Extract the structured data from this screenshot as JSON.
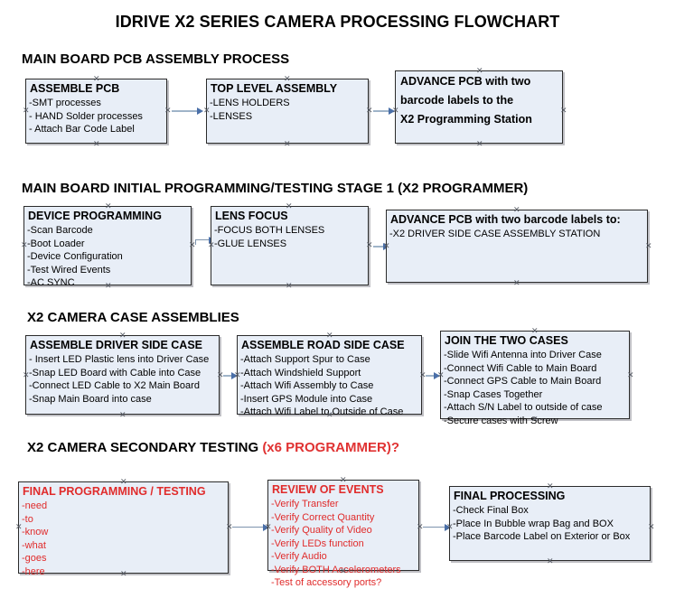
{
  "document": {
    "title": "IDRIVE X2  SERIES CAMERA PROCESSING FLOWCHART"
  },
  "colors": {
    "node_fill": "#e8eef7",
    "node_border": "#2b2b2b",
    "connector": "#7d93ad",
    "arrow": "#4a6fa8",
    "accent_red": "#e02b2b",
    "text": "#000000"
  },
  "sections": [
    {
      "id": "main-board-pcb-assembly",
      "heading": "MAIN BOARD PCB ASSEMBLY PROCESS",
      "heading_accent": "",
      "nodes": [
        {
          "id": "assemble-pcb",
          "title": "ASSEMBLE PCB",
          "lines": [
            "-SMT processes",
            "- HAND Solder processes",
            "- Attach Bar Code Label"
          ],
          "red": false
        },
        {
          "id": "top-level-assembly",
          "title": "TOP LEVEL ASSEMBLY",
          "lines": [
            "-LENS HOLDERS",
            "-LENSES"
          ],
          "red": false
        },
        {
          "id": "advance-pcb-programming-station",
          "title": "ADVANCE PCB with two",
          "title_lines": [
            "ADVANCE PCB with two",
            "barcode labels to the",
            " X2 Programming Station"
          ],
          "lines": [],
          "red": false
        }
      ]
    },
    {
      "id": "main-board-initial-programming",
      "heading": "MAIN BOARD INITIAL PROGRAMMING/TESTING STAGE 1 (X2 PROGRAMMER)",
      "heading_accent": "",
      "nodes": [
        {
          "id": "device-programming",
          "title": "DEVICE PROGRAMMING",
          "lines": [
            "-Scan Barcode",
            "-Boot Loader",
            "-Device Configuration",
            "-Test Wired Events",
            "-AC SYNC"
          ],
          "red": false
        },
        {
          "id": "lens-focus",
          "title": "LENS FOCUS",
          "lines": [
            "-FOCUS BOTH LENSES",
            "-GLUE LENSES"
          ],
          "red": false
        },
        {
          "id": "advance-pcb-driver-side",
          "title": "ADVANCE PCB with two barcode labels to:",
          "lines": [
            "-X2 DRIVER  SIDE  CASE  ASSEMBLY STATION"
          ],
          "red": false
        }
      ]
    },
    {
      "id": "x2-camera-case-assemblies",
      "heading": "X2 CAMERA CASE ASSEMBLIES",
      "heading_accent": "",
      "nodes": [
        {
          "id": "assemble-driver-side-case",
          "title": "ASSEMBLE DRIVER SIDE CASE",
          "lines": [
            "- Insert LED Plastic lens into Driver Case",
            "-Snap LED Board with Cable into Case",
            "-Connect LED Cable to X2 Main Board",
            "-Snap Main Board into case"
          ],
          "red": false
        },
        {
          "id": "assemble-road-side-case",
          "title": "ASSEMBLE ROAD SIDE CASE",
          "lines": [
            "-Attach Support Spur to Case",
            "-Attach Windshield Support",
            "-Attach Wifi Assembly to Case",
            "-Insert GPS Module into Case",
            "-Attach Wifi Label to Outside of Case"
          ],
          "red": false
        },
        {
          "id": "join-the-two-cases",
          "title": "JOIN THE TWO CASES",
          "lines": [
            "-Slide Wifi Antenna into Driver Case",
            "-Connect Wifi Cable to Main Board",
            "-Connect GPS Cable to Main Board",
            "-Snap Cases Together",
            "-Attach S/N Label to outside of case",
            "-Secure cases with Screw"
          ],
          "red": false
        }
      ]
    },
    {
      "id": "x2-camera-secondary-testing",
      "heading": "X2 CAMERA SECONDARY TESTING ",
      "heading_accent": "(x6 PROGRAMMER)?",
      "nodes": [
        {
          "id": "final-programming-testing",
          "title": "FINAL PROGRAMMING / TESTING",
          "lines": [
            "-need",
            "-to",
            "-know",
            "-what",
            "-goes",
            "-here"
          ],
          "red": true
        },
        {
          "id": "review-of-events",
          "title": "REVIEW OF EVENTS",
          "lines": [
            "-Verify Transfer",
            "-Verify Correct Quantity",
            "-Verify Quality of Video",
            "-Verify LEDs function",
            "-Verify Audio",
            "-Verify BOTH Accelerometers",
            "-Test of accessory ports?"
          ],
          "red": true
        },
        {
          "id": "final-processing",
          "title": "FINAL PROCESSING",
          "lines": [
            " -Check Final Box",
            "-Place In Bubble wrap Bag and BOX",
            "-Place Barcode Label on Exterior or Box"
          ],
          "red": false
        }
      ]
    }
  ]
}
